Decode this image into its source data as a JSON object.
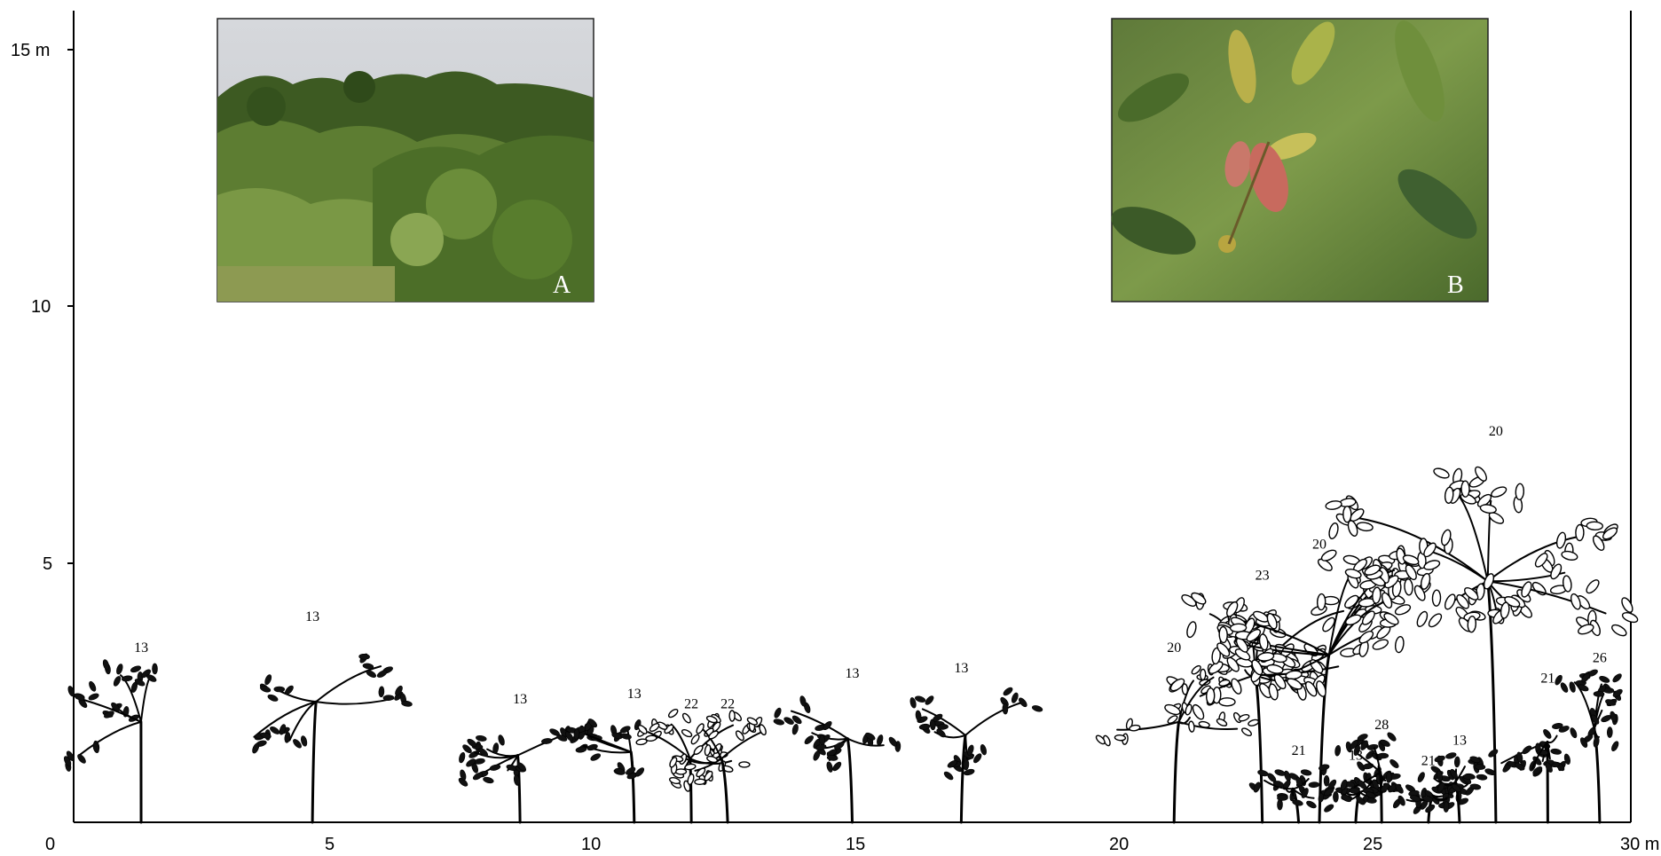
{
  "axes": {
    "x_ticks": [
      "0",
      "5",
      "10",
      "15",
      "20",
      "25",
      "30 m"
    ],
    "y_ticks": [
      "5",
      "10",
      "15 m"
    ]
  },
  "photos": [
    {
      "letter": "A",
      "subject": "scrubland-landscape-photo"
    },
    {
      "letter": "B",
      "subject": "flower-closeup-photo"
    }
  ],
  "chart_data": {
    "type": "scatter",
    "x_unit": "m",
    "y_unit": "m",
    "xlim": [
      0,
      30
    ],
    "ylim": [
      0,
      15
    ],
    "trees": [
      {
        "species": "13",
        "x": 1.3,
        "height": 3.0
      },
      {
        "species": "13",
        "x": 4.6,
        "height": 3.6
      },
      {
        "species": "13",
        "x": 8.6,
        "height": 2.0
      },
      {
        "species": "13",
        "x": 10.8,
        "height": 2.1
      },
      {
        "species": "22",
        "x": 11.9,
        "height": 1.9
      },
      {
        "species": "22",
        "x": 12.6,
        "height": 1.9
      },
      {
        "species": "13",
        "x": 15.0,
        "height": 2.5
      },
      {
        "species": "13",
        "x": 17.1,
        "height": 2.6
      },
      {
        "species": "20",
        "x": 21.2,
        "height": 3.0
      },
      {
        "species": "23",
        "x": 22.9,
        "height": 4.4
      },
      {
        "species": "20",
        "x": 24.0,
        "height": 5.0
      },
      {
        "species": "21",
        "x": 23.6,
        "height": 1.0
      },
      {
        "species": "13",
        "x": 24.7,
        "height": 0.9
      },
      {
        "species": "28",
        "x": 25.2,
        "height": 1.5
      },
      {
        "species": "21",
        "x": 26.1,
        "height": 0.8
      },
      {
        "species": "13",
        "x": 26.7,
        "height": 1.2
      },
      {
        "species": "20",
        "x": 27.4,
        "height": 7.2
      },
      {
        "species": "21",
        "x": 28.4,
        "height": 2.4
      },
      {
        "species": "26",
        "x": 29.4,
        "height": 2.8
      }
    ]
  }
}
